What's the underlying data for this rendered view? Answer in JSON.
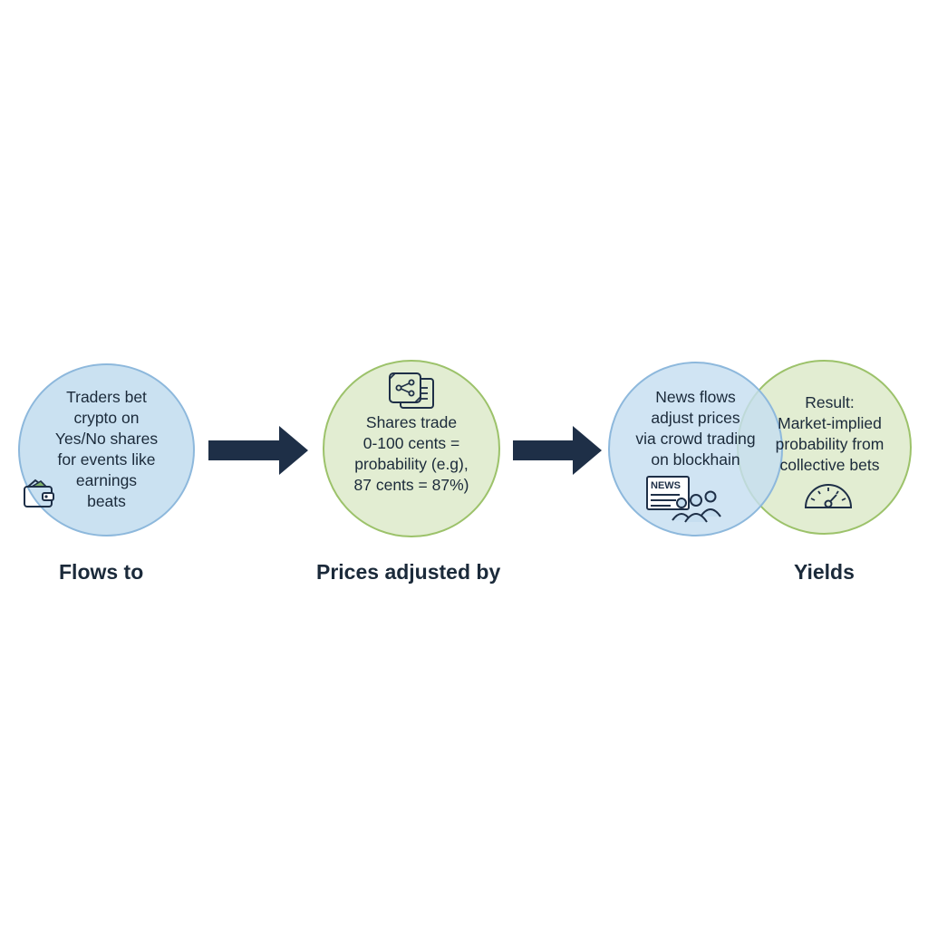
{
  "diagram": {
    "nodes": [
      {
        "id": "traders-bet",
        "lines": [
          "Traders bet",
          "crypto on",
          "Yes/No shares",
          "for events like",
          "earnings",
          "beats"
        ],
        "icon": "wallet-icon",
        "color": "#c6def0"
      },
      {
        "id": "shares-trade",
        "lines": [
          "Shares trade",
          "0-100 cents =",
          "probability (e.g),",
          "87 cents = 87%)"
        ],
        "icon": "smart-contract-icon",
        "color": "#e0ecd0"
      },
      {
        "id": "news-flows",
        "lines": [
          "News flows",
          "adjust prices",
          "via crowd trading",
          "on blockhain"
        ],
        "icon": "news-crowd-icon",
        "color": "#c6def0"
      },
      {
        "id": "result",
        "lines": [
          "Result:",
          "Market-implied",
          "probability from",
          "collective bets"
        ],
        "icon": "gauge-icon",
        "color": "#e0ecd0"
      }
    ],
    "labels": [
      "Flows to",
      "Prices adjusted by",
      "Yields"
    ],
    "arrow_color": "#1e2f47",
    "text_color": "#1b2a3a"
  }
}
